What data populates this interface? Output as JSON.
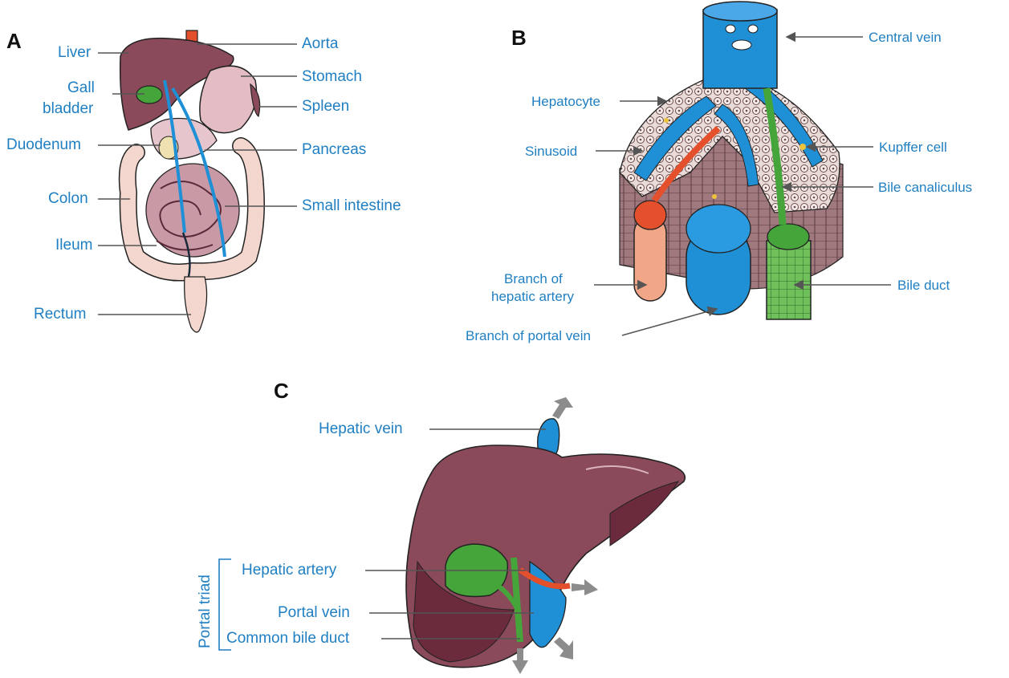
{
  "panels": {
    "a": "A",
    "b": "B",
    "c": "C"
  },
  "panel_a": {
    "labels": {
      "liver": "Liver",
      "gall": "Gall",
      "bladder": "bladder",
      "duodenum": "Duodenum",
      "colon": "Colon",
      "ileum": "Ileum",
      "rectum": "Rectum",
      "aorta": "Aorta",
      "stomach": "Stomach",
      "spleen": "Spleen",
      "pancreas": "Pancreas",
      "small_intestine": "Small intestine"
    }
  },
  "panel_b": {
    "labels": {
      "central_vein": "Central vein",
      "hepatocyte": "Hepatocyte",
      "sinusoid": "Sinusoid",
      "kupffer_cell": "Kupffer cell",
      "bile_canaliculus": "Bile canaliculus",
      "branch_of": "Branch of",
      "hepatic_artery": "hepatic artery",
      "bile_duct": "Bile duct",
      "branch_portal_vein": "Branch of portal vein"
    }
  },
  "panel_c": {
    "labels": {
      "hepatic_vein": "Hepatic vein",
      "hepatic_artery": "Hepatic artery",
      "portal_vein": "Portal vein",
      "common_bile_duct": "Common bile duct",
      "portal_triad": "Portal triad"
    }
  },
  "colors": {
    "label": "#1f7fc2",
    "liver": "#8a4a5a",
    "liver_dark": "#6b2b3d",
    "blood_blue": "#1f8fd6",
    "artery_red": "#e4502c",
    "bile_green": "#46a53a",
    "leader": "#555555",
    "arrow_grey": "#8c8c8c"
  }
}
